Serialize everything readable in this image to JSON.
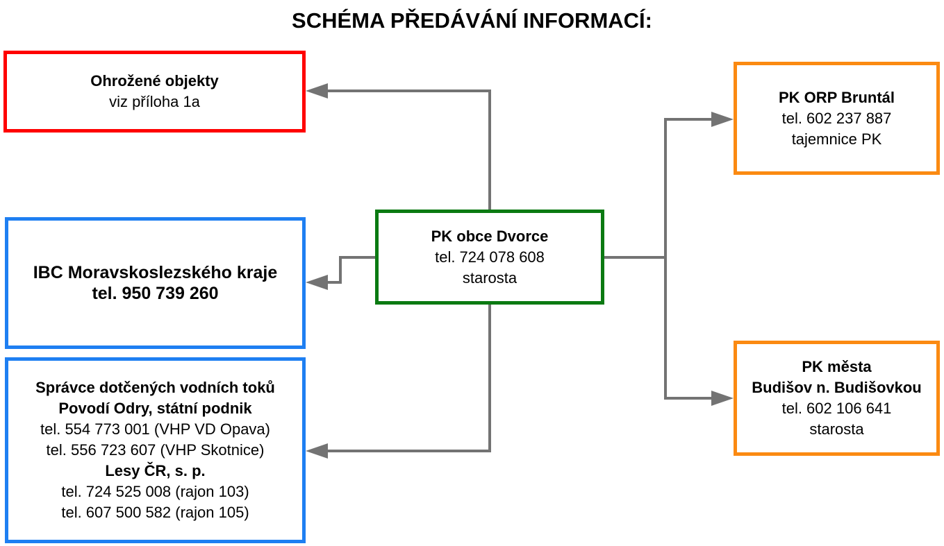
{
  "title": "SCHÉMA PŘEDÁVÁNÍ INFORMACÍ:",
  "colors": {
    "red": "#ff0000",
    "blue": "#1e7ff2",
    "green": "#0b7a12",
    "orange": "#fb8a12",
    "connector": "#737373"
  },
  "nodes": {
    "center": {
      "name": "PK obce Dvorce",
      "phone": "tel. 724 078 608",
      "role": "starosta"
    },
    "threatened": {
      "name": "Ohrožené objekty",
      "note": "viz příloha 1a"
    },
    "ibc": {
      "name": "IBC Moravskoslezského kraje",
      "phone": "tel. 950 739 260"
    },
    "water": {
      "heading1": "Správce dotčených vodních toků",
      "heading2": "Povodí Odry, státní podnik",
      "phone1": "tel. 554 773 001 (VHP VD Opava)",
      "phone2": "tel. 556 723 607 (VHP Skotnice)",
      "heading3": "Lesy ČR, s. p.",
      "phone3": "tel. 724 525 008 (rajon 103)",
      "phone4": "tel. 607 500 582 (rajon 105)"
    },
    "orp": {
      "name": "PK ORP Bruntál",
      "phone": "tel. 602 237 887",
      "role": "tajemnice PK"
    },
    "city": {
      "name1": "PK města",
      "name2": "Budišov n. Budišovkou",
      "phone": "tel. 602 106 641",
      "role": "starosta"
    }
  }
}
